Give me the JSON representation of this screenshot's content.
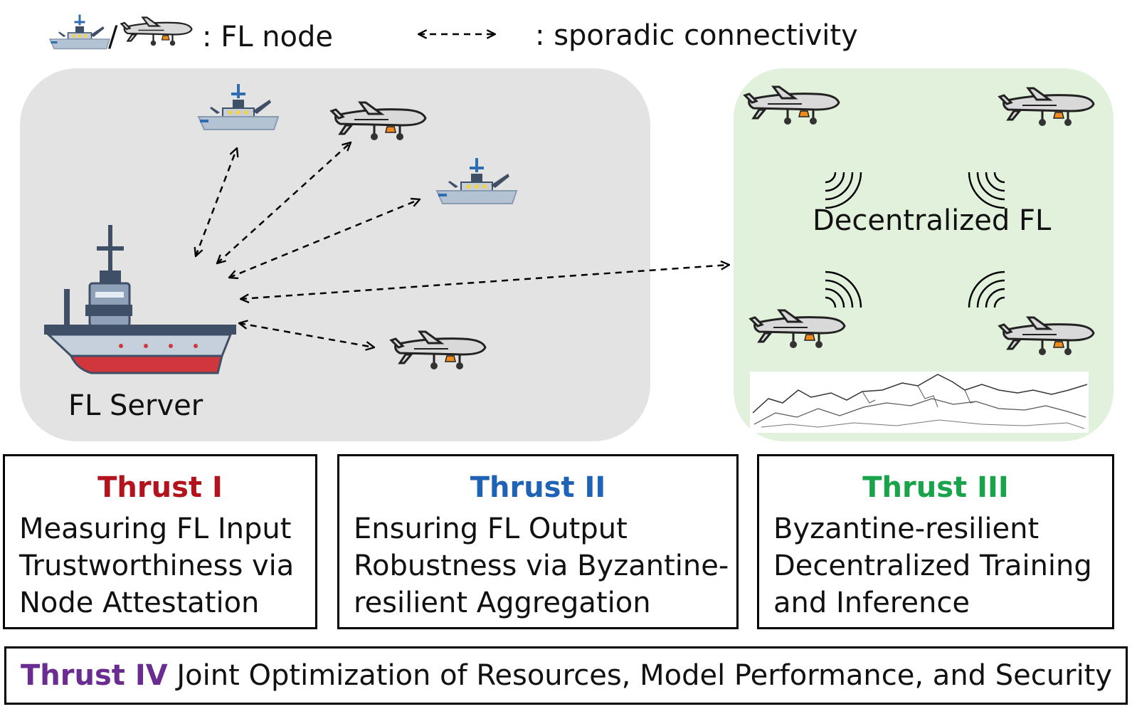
{
  "legend": {
    "node_separator": "/",
    "node_text": ": FL node",
    "connectivity_text": ": sporadic connectivity"
  },
  "regions": {
    "server_label": "FL Server",
    "decentralized_label": "Decentralized FL"
  },
  "thrusts": [
    {
      "title": "Thrust I",
      "color": "#b3131d",
      "lines": [
        "Measuring FL Input",
        "Trustworthiness via",
        "Node Attestation"
      ]
    },
    {
      "title": "Thrust II",
      "color": "#1f63b6",
      "lines": [
        "Ensuring FL Output",
        "Robustness via Byzantine-",
        "resilient Aggregation"
      ]
    },
    {
      "title": "Thrust III",
      "color": "#19a34a",
      "lines": [
        "Byzantine-resilient",
        "Decentralized Training",
        "and Inference"
      ]
    }
  ],
  "thrust_iv": {
    "title": "Thrust IV",
    "text": " Joint Optimization of Resources, Model Performance, and Security",
    "color": "#6b2c91"
  },
  "colors": {
    "server_region_bg": "#e3e3e3",
    "decentralized_region_bg": "#e2f1dc"
  }
}
